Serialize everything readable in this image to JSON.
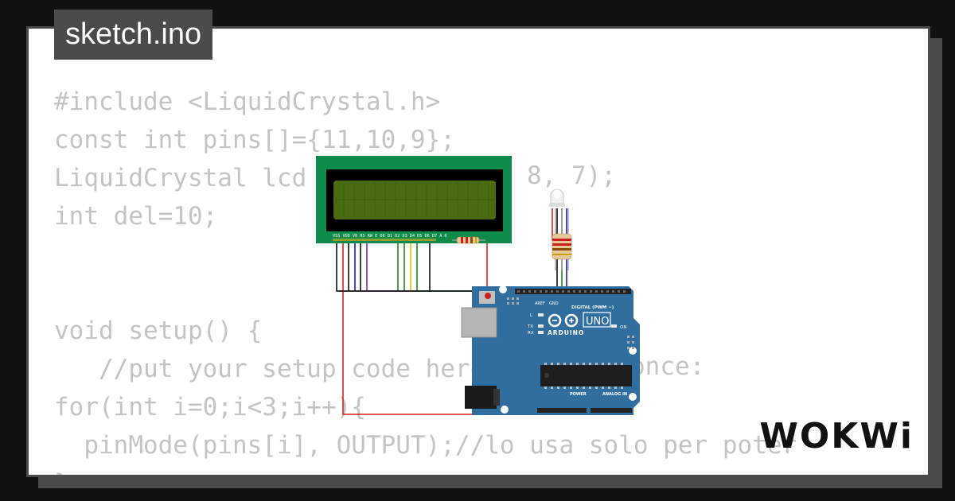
{
  "title": "sketch.ino",
  "code_lines": [
    "#include <LiquidCrystal.h>",
    "const int pins[]={11,10,9};",
    "LiquidCrystal lcd",
    "int del=10;",
    "",
    "",
    "void setup() {",
    "   //put your setup code here",
    "for(int i=0;i<3;i++){",
    "  pinMode(pins[i], OUTPUT);//lo usa solo per poter",
    "}"
  ],
  "code_fragments": [
    "8, 7);",
    "once:"
  ],
  "brand": "WOKWi",
  "board": {
    "logo_text": "ARDUINO",
    "model": "UNO",
    "digital_label": "DIGITAL (PWM ~)",
    "on_label": "ON",
    "l_label": "L",
    "tx_label": "TX",
    "rx_label": "RX",
    "power_label": "POWER",
    "analog_label": "ANALOG IN",
    "aref_label": "AREF",
    "gnd_label": "GND"
  },
  "lcd": {
    "pin_labels": "VSS VDD V0 RS RW E D0 D1 D2 D3 D4 D5 D6 D7 A K"
  },
  "colors": {
    "background": "#111111",
    "card": "#ffffff",
    "frame": "#4a4a4a",
    "code_text": "#c4c4c4",
    "lcd_board": "#0e8a4a",
    "lcd_screen": "#4a6b10",
    "arduino": "#2f6e9e",
    "wire_red": "#e0201c",
    "wire_green": "#1a8a1a"
  }
}
